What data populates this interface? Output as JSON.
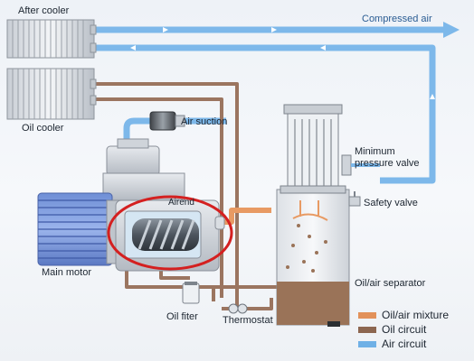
{
  "labels": {
    "after_cooler": "After cooler",
    "oil_cooler": "Oil cooler",
    "compressed_air": "Compressed air",
    "air_suction": "Air suction",
    "minimum_pressure_valve_line1": "Minimum",
    "minimum_pressure_valve_line2": "pressure valve",
    "safety_valve": "Safety valve",
    "airend": "Airend",
    "main_motor": "Main motor",
    "oil_air_separator": "Oil/air separator",
    "oil_filter": "Oil fiter",
    "thermostat": "Thermostat"
  },
  "legend": [
    {
      "label": "Oil/air mixture",
      "color": "#e2915a"
    },
    {
      "label": "Oil circuit",
      "color": "#8c6650"
    },
    {
      "label": "Air circuit",
      "color": "#6fb0e6"
    }
  ],
  "colors": {
    "air_pipe": "#7db8ea",
    "oil_pipe": "#9b7560",
    "mixture_pipe": "#e89a63",
    "highlight_ring": "#d42020",
    "oil_level": "#9a7358"
  }
}
